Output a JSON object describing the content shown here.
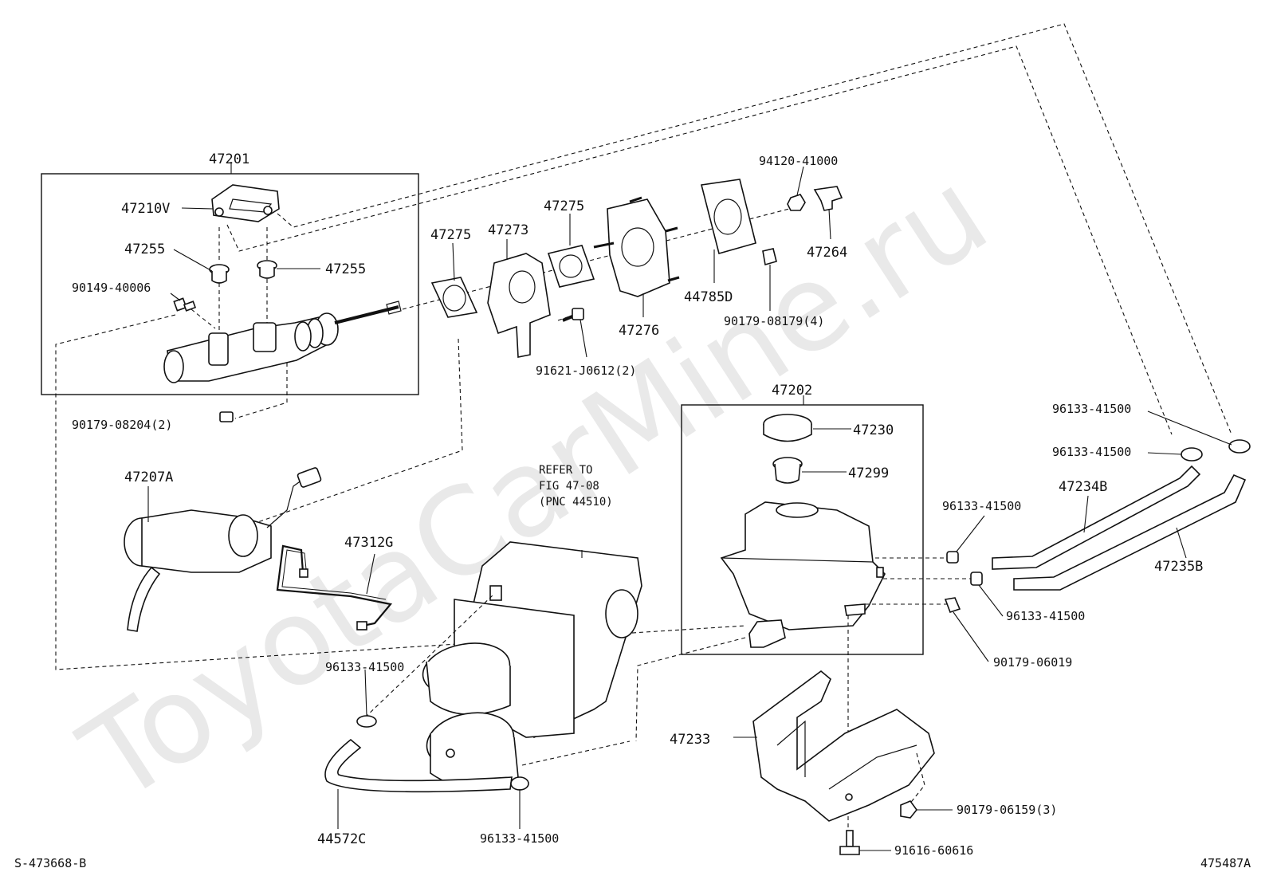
{
  "watermark": "ToyotaCarMine.ru",
  "footer": {
    "left": "S-473668-B",
    "right": "475487A"
  },
  "refer_note": [
    "REFER TO",
    "FIG 47-08",
    "(PNC 44510)"
  ],
  "labels": {
    "p47201": "47201",
    "p47210V": "47210V",
    "p47255a": "47255",
    "p47255b": "47255",
    "p90149": "90149-40006",
    "p90179_08204": "90179-08204(2)",
    "p47275a": "47275",
    "p47273": "47273",
    "p47275b": "47275",
    "p47276": "47276",
    "p44785D": "44785D",
    "p94120": "94120-41000",
    "p47264": "47264",
    "p90179_08179": "90179-08179(4)",
    "p91621": "91621-J0612(2)",
    "p47207A": "47207A",
    "p47312G": "47312G",
    "p47202": "47202",
    "p47230": "47230",
    "p47299": "47299",
    "p96133_r1": "96133-41500",
    "p96133_r2": "96133-41500",
    "p96133_r3": "96133-41500",
    "p96133_r4": "96133-41500",
    "p47234B": "47234B",
    "p47235B": "47235B",
    "p90179_06019": "90179-06019",
    "p96133_l1": "96133-41500",
    "p96133_l2": "96133-41500",
    "p44572C": "44572C",
    "p47233": "47233",
    "p90179_06159": "90179-06159(3)",
    "p91616": "91616-60616"
  }
}
